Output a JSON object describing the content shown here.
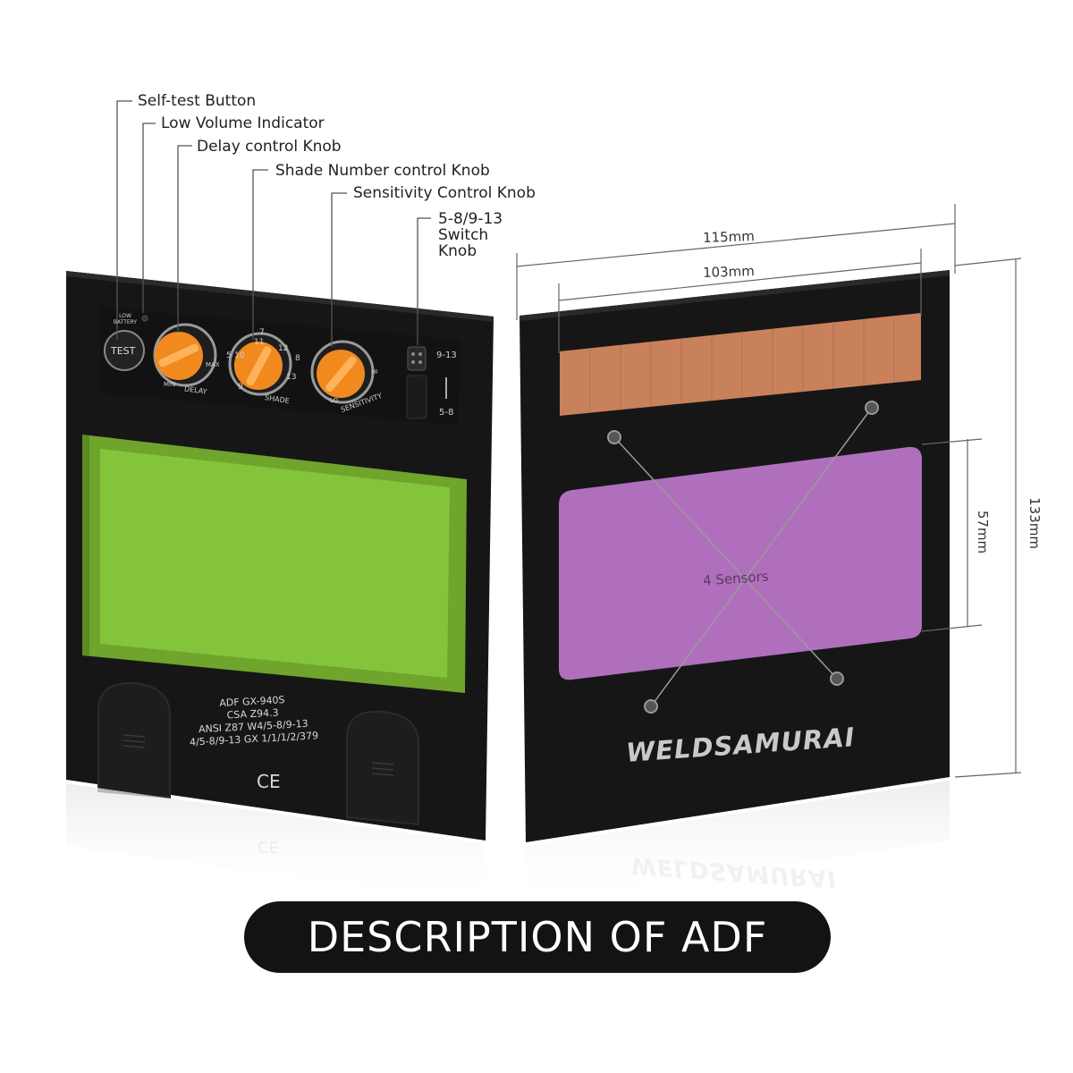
{
  "callouts": {
    "self_test": "Self-test Button",
    "low_volume": "Low Volume Indicator",
    "delay": "Delay control Knob",
    "shade": "Shade Number control Knob",
    "sensitivity": "Sensitivity Control Knob",
    "switch_line1": "5-8/9-13",
    "switch_line2": "Switch",
    "switch_line3": "Knob"
  },
  "front_panel": {
    "low_battery": "LOW BATTERY",
    "test_label": "TEST",
    "delay_label": "DELAY",
    "delay_min": "MIN",
    "delay_max": "MAX",
    "shade_label": "SHADE",
    "shade_nums": [
      "5",
      "10",
      "7",
      "11",
      "12",
      "8",
      "13",
      "9"
    ],
    "sensitivity_label": "SENSITIVITY",
    "sens_lo": "LO",
    "sens_hi": "HI",
    "switch_top": "9-13",
    "switch_bottom": "5-8",
    "spec_lines": [
      "ADF GX-940S",
      "CSA Z94.3",
      "ANSI Z87 W4/5-8/9-13",
      "4/5-8/9-13 GX  1/1/1/2/379"
    ],
    "ce": "CE"
  },
  "back_panel": {
    "brand": "WELDSAMURAI",
    "sensors": "4 Sensors"
  },
  "dimensions": {
    "width_outer": "115mm",
    "width_inner": "103mm",
    "height_outer": "133mm",
    "height_view": "57mm"
  },
  "banner": {
    "title": "DESCRIPTION OF ADF"
  },
  "colors": {
    "panel": "#151515",
    "lens_green": "#82c33c",
    "lens_purple": "#b06fbd",
    "knob_orange": "#f08a1f",
    "solar": "#c9815c"
  }
}
